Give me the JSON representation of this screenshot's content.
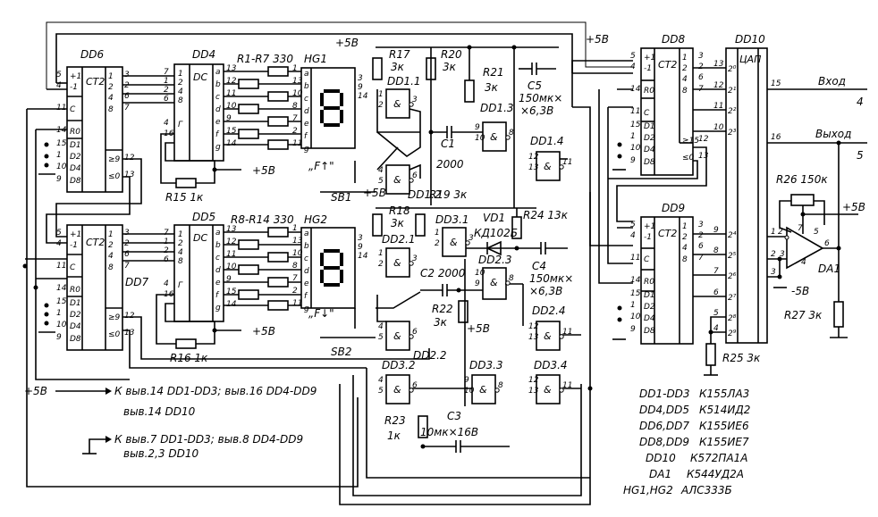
{
  "title": "Schematic: two-digit counter with DAC output",
  "chips": {
    "dd6": {
      "name": "DD6",
      "func": "CT2",
      "inputs": [
        "+1",
        "-1",
        "C",
        "R0",
        "D1",
        "D2",
        "D4",
        "D8"
      ],
      "outputs": [
        "1",
        "2",
        "4",
        "8",
        "≥9",
        "≤0"
      ],
      "pins_in": [
        "5",
        "4",
        "11",
        "14",
        "15",
        "1",
        "10",
        "9"
      ],
      "pins_out": [
        "3",
        "2",
        "6",
        "7",
        "12",
        "13"
      ]
    },
    "dd7": {
      "name": "DD7",
      "func": "CT2",
      "inputs": [
        "+1",
        "-1",
        "C",
        "R0",
        "D1",
        "D2",
        "D4",
        "D8"
      ],
      "outputs": [
        "1",
        "2",
        "4",
        "8",
        "≥9",
        "≤0"
      ],
      "pins_in": [
        "5",
        "4",
        "11",
        "14",
        "15",
        "1",
        "10",
        "9"
      ],
      "pins_out": [
        "3",
        "2",
        "6",
        "7",
        "12",
        "13"
      ]
    },
    "dd4": {
      "name": "DD4",
      "func": "DC",
      "inputs": [
        "1",
        "2",
        "4",
        "8",
        "Г"
      ],
      "outputs": [
        "a",
        "b",
        "c",
        "d",
        "e",
        "f",
        "g"
      ],
      "pins_in": [
        "7",
        "1",
        "2",
        "6",
        "4",
        "16"
      ],
      "pins_out": [
        "13",
        "12",
        "11",
        "10",
        "9",
        "15",
        "14"
      ]
    },
    "dd5": {
      "name": "DD5",
      "func": "DC",
      "inputs": [
        "1",
        "2",
        "4",
        "8",
        "Г"
      ],
      "outputs": [
        "a",
        "b",
        "c",
        "d",
        "e",
        "f",
        "g"
      ],
      "pins_in": [
        "7",
        "1",
        "2",
        "6",
        "4",
        "16"
      ],
      "pins_out": [
        "13",
        "12",
        "11",
        "10",
        "9",
        "15",
        "14"
      ]
    },
    "hg1": {
      "name": "HG1",
      "segs": [
        "a",
        "b",
        "c",
        "d",
        "e",
        "f",
        "g"
      ],
      "pins_in": [
        "1",
        "13",
        "10",
        "8",
        "7",
        "2",
        "11"
      ],
      "pins_com": [
        "3",
        "9",
        "14"
      ]
    },
    "hg2": {
      "name": "HG2",
      "segs": [
        "a",
        "b",
        "c",
        "d",
        "e",
        "f",
        "g"
      ],
      "pins_in": [
        "1",
        "13",
        "10",
        "8",
        "7",
        "2",
        "11"
      ],
      "pins_com": [
        "3",
        "9",
        "14"
      ]
    },
    "dd8": {
      "name": "DD8",
      "func": "CT2",
      "inputs": [
        "+1",
        "-1",
        "R0",
        "C",
        "D1",
        "D2",
        "D4",
        "D8"
      ],
      "outputs": [
        "1",
        "2",
        "4",
        "8",
        "≥15",
        "≤0"
      ],
      "pins_in": [
        "5",
        "4",
        "14",
        "11",
        "15",
        "1",
        "10",
        "9"
      ],
      "pins_out": [
        "3",
        "2",
        "6",
        "7",
        "12",
        "13"
      ]
    },
    "dd9": {
      "name": "DD9",
      "func": "CT2",
      "inputs": [
        "+1",
        "-1",
        "C",
        "R0",
        "D1",
        "D2",
        "D4",
        "D8"
      ],
      "outputs": [
        "1",
        "2",
        "4",
        "8"
      ],
      "pins_in": [
        "5",
        "4",
        "11",
        "14",
        "15",
        "1",
        "10",
        "9"
      ],
      "pins_out": [
        "3",
        "2",
        "6",
        "7"
      ]
    },
    "dd10": {
      "name": "DD10",
      "func": "ЦАП",
      "inputs": [
        "2⁰",
        "2¹",
        "2²",
        "2³",
        "2⁴",
        "2⁵",
        "2⁶",
        "2⁷",
        "2⁸",
        "2⁹"
      ],
      "pins_in": [
        "13",
        "12",
        "11",
        "10",
        "9",
        "8",
        "7",
        "6",
        "5",
        "4"
      ],
      "pins_out": [
        "15",
        "16"
      ]
    },
    "da1": {
      "name": "DA1",
      "pins": [
        "1",
        "2",
        "3",
        "4",
        "5",
        "6",
        "7"
      ]
    }
  },
  "gates": [
    {
      "name": "DD1.1",
      "sym": "&",
      "pins": [
        "1",
        "2",
        "3"
      ]
    },
    {
      "name": "DD1.2",
      "sym": "&",
      "pins": [
        "4",
        "5",
        "6"
      ]
    },
    {
      "name": "DD1.3",
      "sym": "&",
      "pins": [
        "9",
        "10",
        "8"
      ]
    },
    {
      "name": "DD1.4",
      "sym": "&",
      "pins": [
        "12",
        "13",
        "11"
      ]
    },
    {
      "name": "DD2.1",
      "sym": "&",
      "pins": [
        "1",
        "2",
        "3"
      ]
    },
    {
      "name": "DD2.2",
      "sym": "&",
      "pins": [
        "4",
        "5",
        "6"
      ]
    },
    {
      "name": "DD2.3",
      "sym": "&",
      "pins": [
        "10",
        "9",
        "8"
      ]
    },
    {
      "name": "DD2.4",
      "sym": "&",
      "pins": [
        "12",
        "13",
        "11"
      ]
    },
    {
      "name": "DD3.1",
      "sym": "&",
      "pins": [
        "1",
        "2",
        "3"
      ]
    },
    {
      "name": "DD3.2",
      "sym": "&",
      "pins": [
        "4",
        "5",
        "6"
      ]
    },
    {
      "name": "DD3.3",
      "sym": "&",
      "pins": [
        "9",
        "10",
        "8"
      ]
    },
    {
      "name": "DD3.4",
      "sym": "&",
      "pins": [
        "12",
        "13",
        "11"
      ]
    }
  ],
  "components": {
    "r1_r7": "R1-R7 330",
    "r8_r14": "R8-R14 330",
    "r15": "R15 1к",
    "r16": "R16 1к",
    "r17": [
      "R17",
      "3к"
    ],
    "r18": [
      "R18",
      "3к"
    ],
    "r19": "R19 3к",
    "r20": [
      "R20",
      "3к"
    ],
    "r21": [
      "R21",
      "3к"
    ],
    "r22": [
      "R22",
      "3к"
    ],
    "r23": [
      "R23",
      "1к"
    ],
    "r24": "R24 13к",
    "r25": "R25 3к",
    "r26": "R26 150к",
    "r27": "R27 3к",
    "c1": [
      "C1",
      "2000"
    ],
    "c2": "C2 2000",
    "c3": [
      "C3",
      "10мк×16В"
    ],
    "c4": [
      "C4",
      "150мк×",
      "×6,3В"
    ],
    "c5": [
      "C5",
      "150мк×",
      "×6,3В"
    ],
    "vd1": [
      "VD1",
      "КД102Б"
    ],
    "sb1": "SB1",
    "sb2": "SB2",
    "sb1_label": "„F↑\"",
    "sb2_label": "„F↓\""
  },
  "supply": {
    "plus5": "+5В",
    "minus5": "-5В"
  },
  "io": {
    "input_label": "Вход",
    "input_pin": "4",
    "output_label": "Выход",
    "output_pin": "5"
  },
  "notes": {
    "power_line1": "К выв.14 DD1-DD3; выв.16 DD4-DD9",
    "power_line2": "выв.14 DD10",
    "ground_line1": "К выв.7 DD1-DD3; выв.8 DD4-DD9",
    "ground_line2": "выв.2,3 DD10"
  },
  "parts_list": [
    {
      "ref": "DD1-DD3",
      "type": "К155ЛА3"
    },
    {
      "ref": "DD4,DD5",
      "type": "К514ИД2"
    },
    {
      "ref": "DD6,DD7",
      "type": "К155ИЕ6"
    },
    {
      "ref": "DD8,DD9",
      "type": "К155ИЕ7"
    },
    {
      "ref": "DD10",
      "type": "К572ПА1А"
    },
    {
      "ref": "DA1",
      "type": "К544УД2А"
    },
    {
      "ref": "HG1,HG2",
      "type": "АЛС333Б"
    }
  ]
}
